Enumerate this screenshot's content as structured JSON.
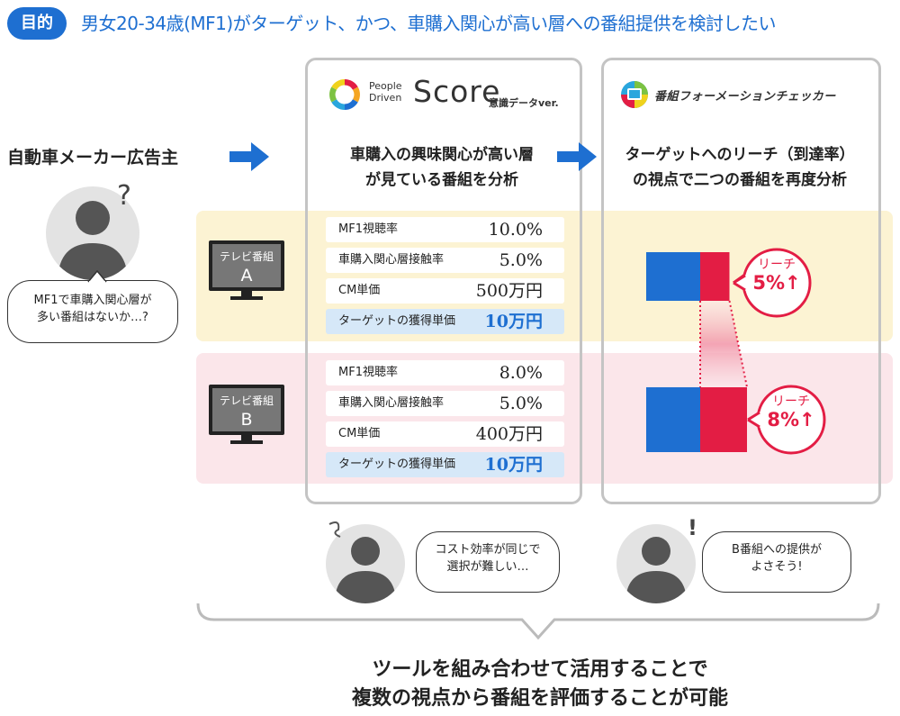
{
  "header": {
    "badge": "目的",
    "objective": "男女20-34歳(MF1)がターゲット、かつ、車購入関心が高い層への番組提供を検討したい"
  },
  "left": {
    "advertiser": "自動車メーカー広告主",
    "question_mark": "?",
    "bubble_line1": "MF1で車購入関心層が",
    "bubble_line2": "多い番組はないか…?"
  },
  "pds_logo": {
    "people": "People",
    "driven": "Driven",
    "score": "Score",
    "ver": "意識データver."
  },
  "checker_logo": {
    "name": "番組フォーメーションチェッカー"
  },
  "col1": {
    "line1": "車購入の興味関心が高い層",
    "line2": "が見ている番組を分析"
  },
  "col2": {
    "line1": "ターゲットへのリーチ（到達率）",
    "line2": "の視点で二つの番組を再度分析"
  },
  "programs": [
    {
      "tv_label": "テレビ番組",
      "letter": "A",
      "rows": [
        {
          "label": "MF1視聴率",
          "value": "10.0%"
        },
        {
          "label": "車購入関心層接触率",
          "value": "5.0%"
        },
        {
          "label": "CM単価",
          "value": "500万円"
        },
        {
          "label": "ターゲットの獲得単価",
          "value": "10万円"
        }
      ],
      "reach_label": "リーチ",
      "reach_value": "5%↑"
    },
    {
      "tv_label": "テレビ番組",
      "letter": "B",
      "rows": [
        {
          "label": "MF1視聴率",
          "value": "8.0%"
        },
        {
          "label": "車購入関心層接触率",
          "value": "5.0%"
        },
        {
          "label": "CM単価",
          "value": "400万円"
        },
        {
          "label": "ターゲットの獲得単価",
          "value": "10万円"
        }
      ],
      "reach_label": "リーチ",
      "reach_value": "8%↑"
    }
  ],
  "reach_chart": {
    "type": "bar",
    "categories": [
      "A",
      "B"
    ],
    "series": [
      {
        "values": [
          60,
          60
        ]
      },
      {
        "values": [
          5,
          8
        ]
      }
    ],
    "colors": [
      "#1e6fd1",
      "#e31d44"
    ]
  },
  "people": {
    "mid_bubble_line1": "コスト効率が同じで",
    "mid_bubble_line2": "選択が難しい…",
    "right_exclaim": "!",
    "right_bubble_line1": "B番組への提供が",
    "right_bubble_line2": "よさそう!"
  },
  "bottom": {
    "line1": "ツールを組み合わせて活用することで",
    "line2": "複数の視点から番組を評価することが可能"
  },
  "colors": {
    "blue": "#1e6fd1",
    "red": "#e31d44",
    "yellow_band": "#fcf3d3",
    "pink_band": "#fbe6ea",
    "highlight_row": "#d6e8f8",
    "person": "#555555"
  }
}
